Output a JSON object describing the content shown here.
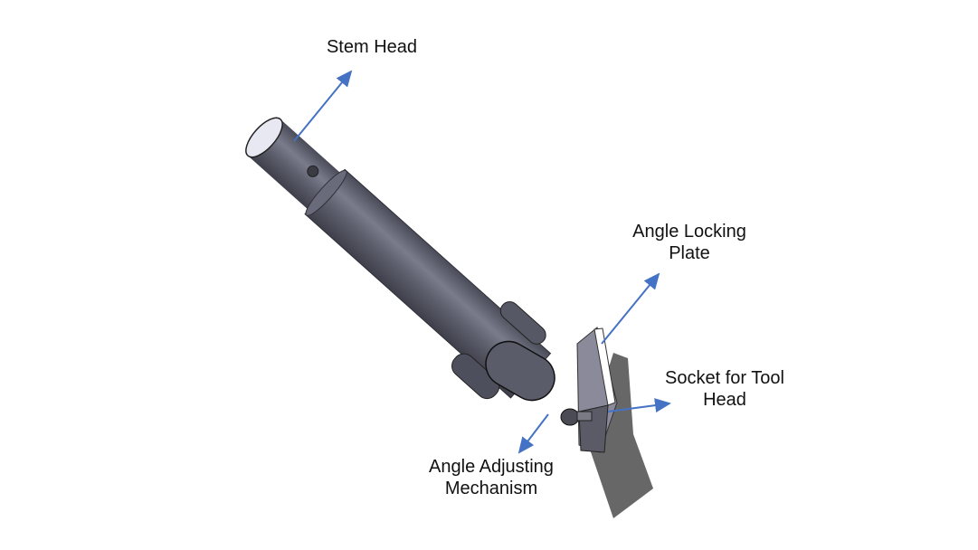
{
  "labels": {
    "stem_head": "Stem Head",
    "angle_locking_plate": [
      "Angle Locking",
      "Plate"
    ],
    "socket_for_tool_head": [
      "Socket for Tool",
      "Head"
    ],
    "angle_adjusting_mechanism": [
      "Angle Adjusting",
      "Mechanism"
    ]
  },
  "colors": {
    "arrow": "#4472C4",
    "tube": "#5f6070",
    "blade": "#666666"
  }
}
